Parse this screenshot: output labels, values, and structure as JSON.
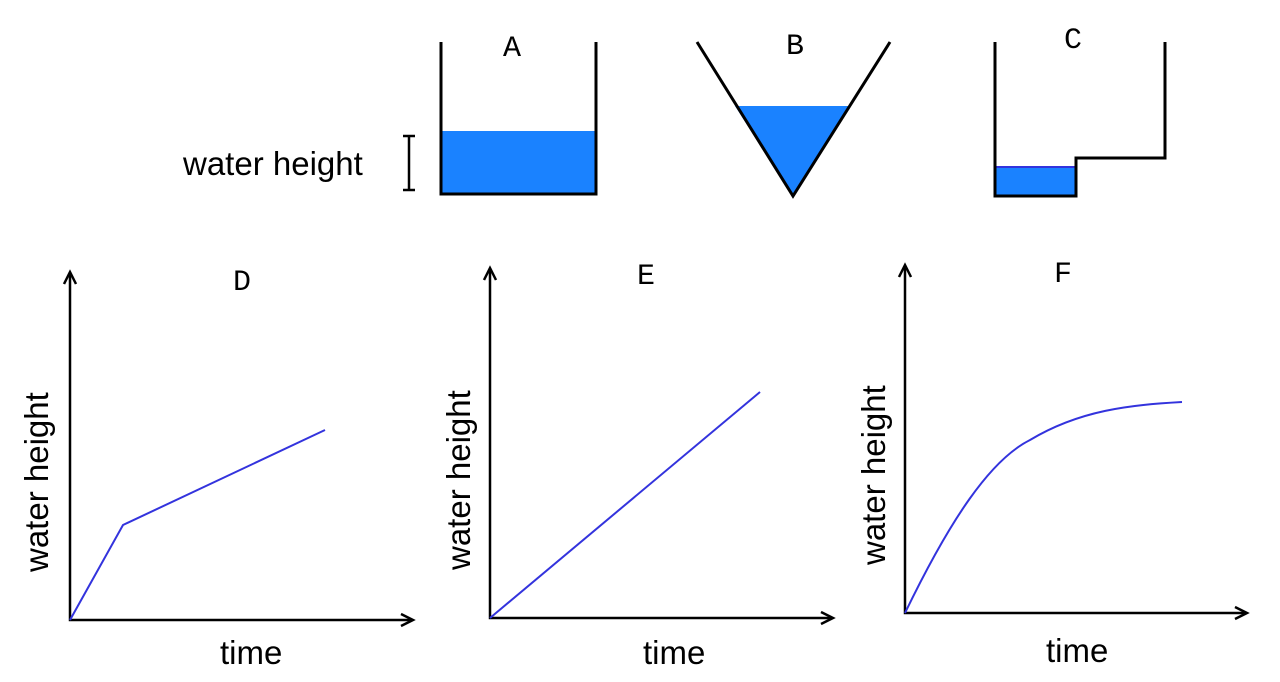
{
  "containers": [
    {
      "letter": "A",
      "shape": "rectangle"
    },
    {
      "letter": "B",
      "shape": "cone"
    },
    {
      "letter": "C",
      "shape": "stepped"
    }
  ],
  "water_height_label": "water height",
  "graphs": [
    {
      "letter": "D",
      "ylabel": "water height",
      "xlabel": "time",
      "shape": "two-segment linear, steep then shallow"
    },
    {
      "letter": "E",
      "ylabel": "water height",
      "xlabel": "time",
      "shape": "linear"
    },
    {
      "letter": "F",
      "ylabel": "water height",
      "xlabel": "time",
      "shape": "concave, leveling off"
    }
  ],
  "colors": {
    "water": "#1a82ff",
    "curve": "#3333dd"
  }
}
